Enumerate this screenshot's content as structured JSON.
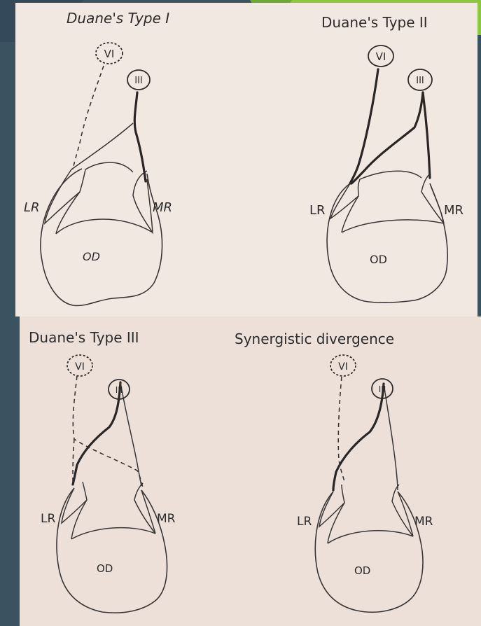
{
  "slide": {
    "panels": [
      {
        "title": "Duane's Type I",
        "labels": {
          "lr": "LR",
          "mr": "MR",
          "od": "OD"
        },
        "nerves": {
          "vi": "VI",
          "iii": "III"
        }
      },
      {
        "title": "Duane's Type II",
        "labels": {
          "lr": "LR",
          "mr": "MR",
          "od": "OD"
        },
        "nerves": {
          "vi": "VI",
          "iii": "III"
        }
      },
      {
        "title": "Duane's Type III",
        "labels": {
          "lr": "LR",
          "mr": "MR",
          "od": "OD"
        },
        "nerves": {
          "vi": "VI",
          "iii": "III"
        }
      },
      {
        "title": "Synergistic divergence",
        "labels": {
          "lr": "LR",
          "mr": "MR",
          "od": "OD"
        },
        "nerves": {
          "vi": "VI",
          "iii": "III"
        }
      }
    ],
    "colors": {
      "slide_background": "#3b5360",
      "accent_green": "#8dc63f",
      "paper_top": "#f1e9e1",
      "paper_bottom": "#ece0d8",
      "ink": "#2d2b2b"
    }
  }
}
